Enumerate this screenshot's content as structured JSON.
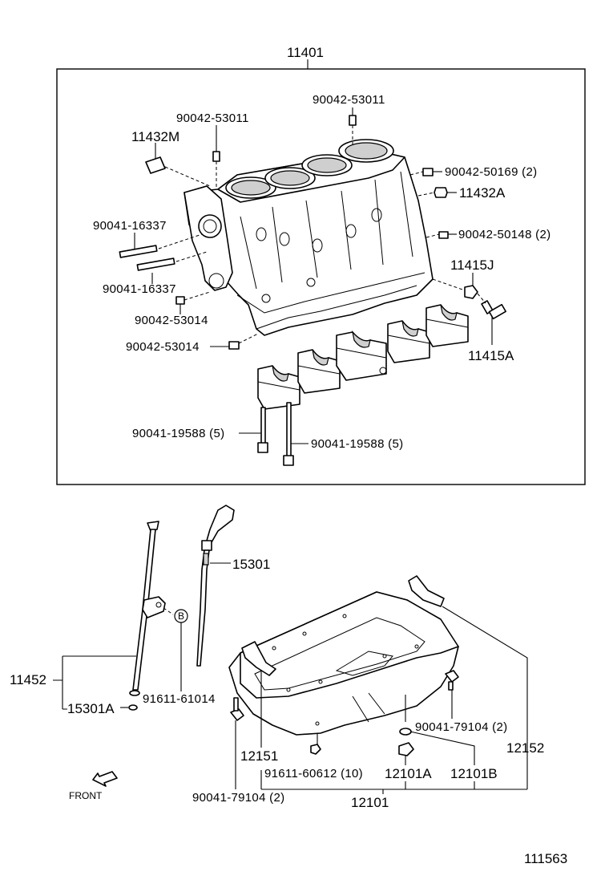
{
  "labels": {
    "block_assy": "11401",
    "plug_top": "90042-53011",
    "plug_left": "90042-53011",
    "pipe_11432M": "11432M",
    "stud_upper": "90041-16337",
    "stud_lower": "90041-16337",
    "plug_53014_a": "90042-53014",
    "plug_53014_b": "90042-53014",
    "plug_50169": "90042-50169 (2)",
    "plug_11432A": "11432A",
    "plug_50148": "90042-50148 (2)",
    "washer_11415J": "11415J",
    "bolt_11415A": "11415A",
    "bolt_19588_left": "90041-19588 (5)",
    "bolt_19588_right": "90041-19588 (5)",
    "dipstick": "15301",
    "guide_assy": "11452",
    "guide_ring": "15301A",
    "bolt_61014": "91611-61014",
    "callout_b": "B",
    "bolt_79104_right": "90041-79104 (2)",
    "seal_12152": "12152",
    "seal_12151": "12151",
    "bolt_60612": "91611-60612 (10)",
    "plug_12101A": "12101A",
    "gasket_12101B": "12101B",
    "bolt_79104_bottom": "90041-79104 (2)",
    "oil_pan": "12101",
    "front": "FRONT",
    "figure_no": "111563"
  }
}
